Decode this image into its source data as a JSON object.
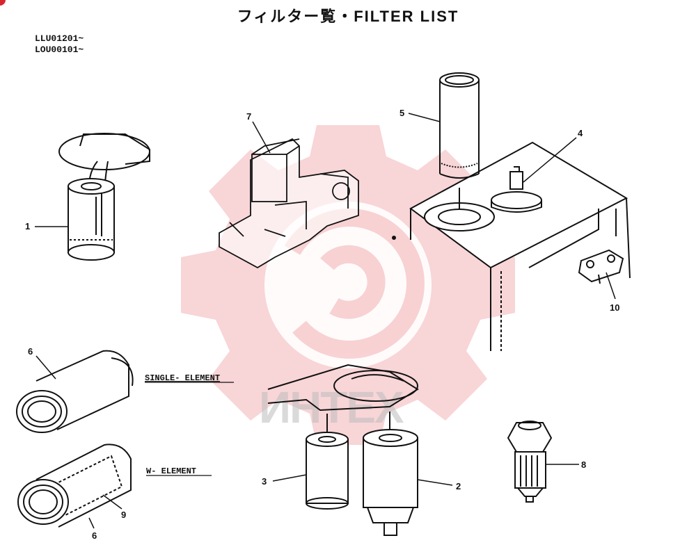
{
  "header": {
    "title": "フィルター覧・FILTER LIST",
    "serials": [
      "LLU01201~",
      "LOU00101~"
    ]
  },
  "watermark": {
    "text": "ИНТЕХ",
    "color": "#e0404a"
  },
  "callouts": {
    "c1": "1",
    "c2": "2",
    "c3": "3",
    "c4": "4",
    "c5": "5",
    "c6a": "6",
    "c6b": "6",
    "c7": "7",
    "c8": "8",
    "c9": "9",
    "c10": "10"
  },
  "element_labels": {
    "single": "SINGLE- ELEMENT",
    "w": "W- ELEMENT"
  }
}
